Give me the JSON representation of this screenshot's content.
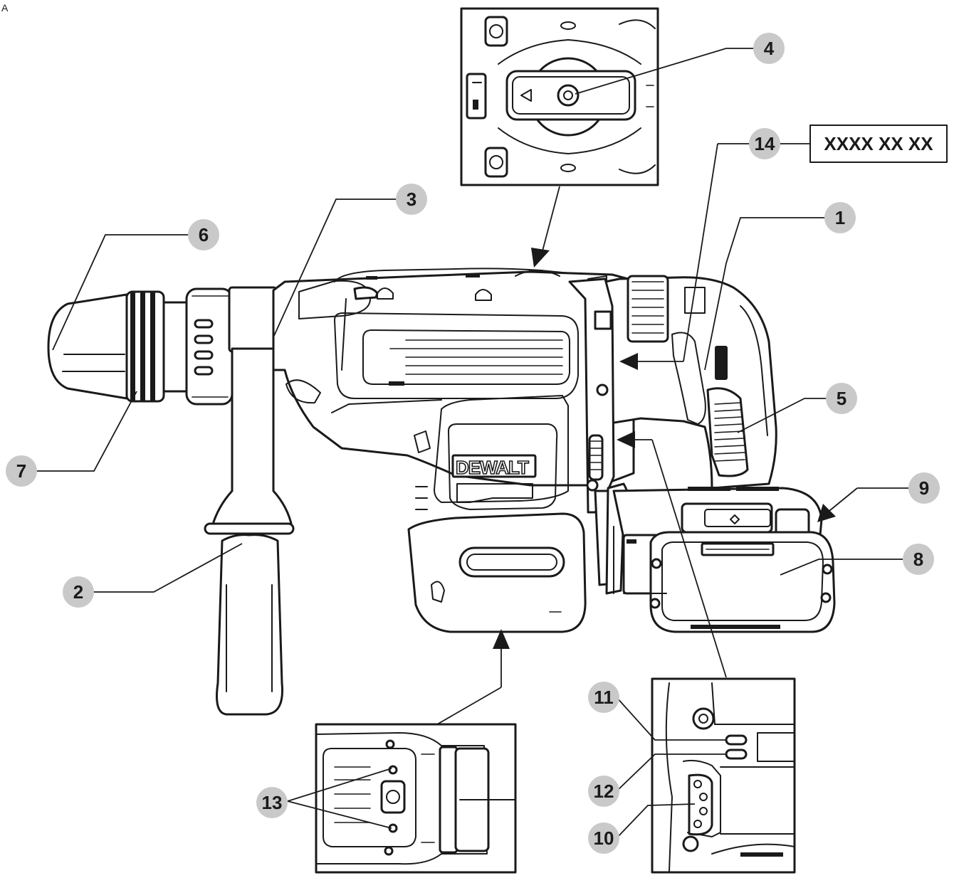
{
  "corner_label": "A",
  "brand_label": "DEWALT",
  "code_box_text": "XXXX XX XX",
  "callouts": {
    "c1": "1",
    "c2": "2",
    "c3": "3",
    "c4": "4",
    "c5": "5",
    "c6": "6",
    "c7": "7",
    "c8": "8",
    "c9": "9",
    "c10": "10",
    "c11": "11",
    "c12": "12",
    "c13": "13",
    "c14": "14"
  },
  "colors": {
    "line": "#1a1a1a",
    "callout_fill": "#c9c9c9",
    "background": "#ffffff"
  }
}
